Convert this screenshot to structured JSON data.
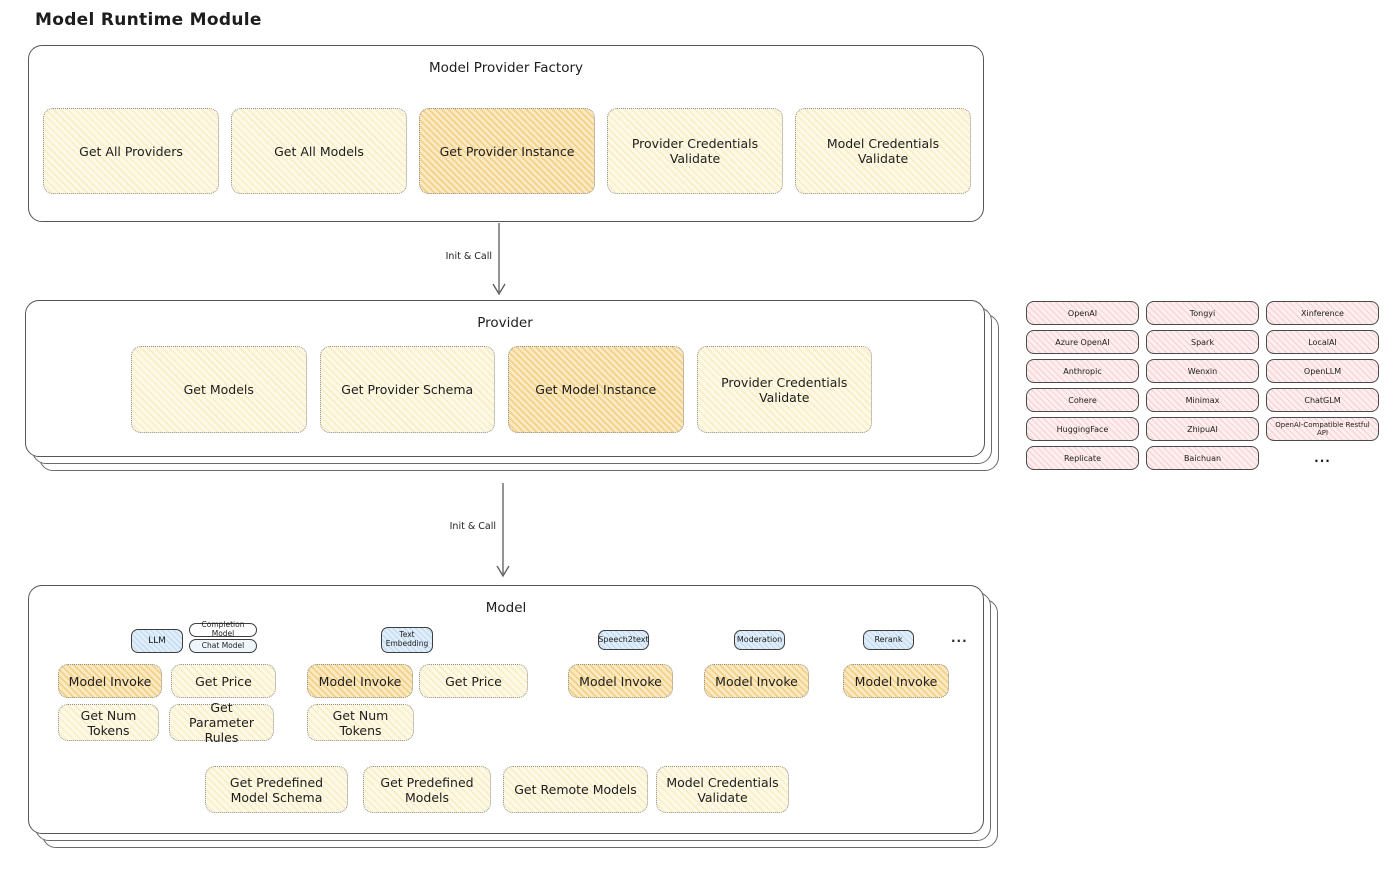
{
  "page_title": "Model Runtime Module",
  "arrows": {
    "label1": "Init & Call",
    "label2": "Init & Call"
  },
  "factory": {
    "title": "Model Provider Factory",
    "items": [
      {
        "label": "Get All Providers"
      },
      {
        "label": "Get All Models"
      },
      {
        "label": "Get Provider Instance"
      },
      {
        "label": "Provider Credentials Validate"
      },
      {
        "label": "Model Credentials Validate"
      }
    ]
  },
  "provider": {
    "title": "Provider",
    "items": [
      {
        "label": "Get Models"
      },
      {
        "label": "Get Provider Schema"
      },
      {
        "label": "Get Model Instance"
      },
      {
        "label": "Provider Credentials Validate"
      }
    ]
  },
  "providers_grid": {
    "rows": [
      [
        "OpenAI",
        "Tongyi",
        "Xinference"
      ],
      [
        "Azure OpenAI",
        "Spark",
        "LocalAI"
      ],
      [
        "Anthropic",
        "Wenxin",
        "OpenLLM"
      ],
      [
        "Cohere",
        "Minimax",
        "ChatGLM"
      ],
      [
        "HuggingFace",
        "ZhipuAI",
        "OpenAI-Compatible Restful API"
      ],
      [
        "Replicate",
        "Baichuan"
      ]
    ],
    "ellipsis": "..."
  },
  "model": {
    "title": "Model",
    "tabs": {
      "llm": "LLM",
      "completion": "Completion Model",
      "chat": "Chat Model",
      "text_embedding": "Text Embedding",
      "speech2text": "Speech2text",
      "moderation": "Moderation",
      "rerank": "Rerank",
      "ellipsis": "..."
    },
    "boxes": {
      "model_invoke": "Model Invoke",
      "get_price": "Get Price",
      "get_num_tokens": "Get Num Tokens",
      "get_parameter_rules": "Get Parameter Rules"
    },
    "bottom": [
      "Get Predefined Model Schema",
      "Get Predefined Models",
      "Get Remote Models",
      "Model Credentials Validate"
    ]
  }
}
